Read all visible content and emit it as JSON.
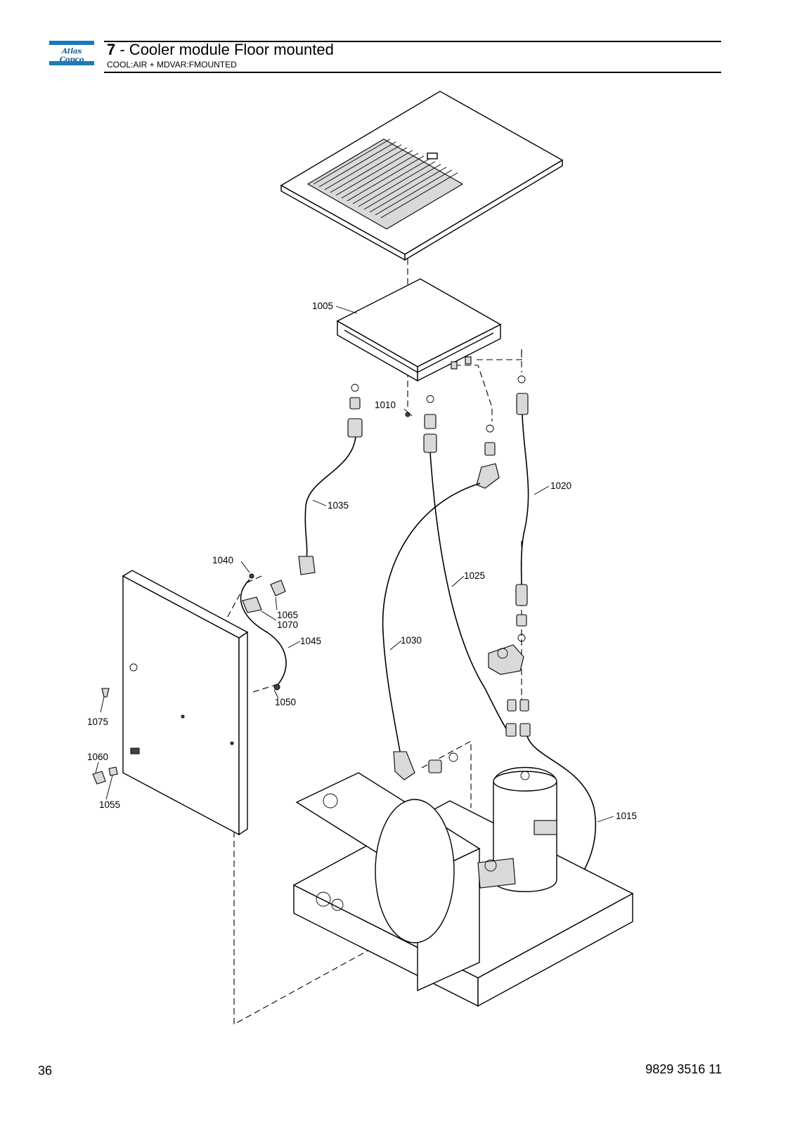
{
  "header": {
    "logo_text": "Atlas Copco",
    "chapter_number": "7",
    "title": " - Cooler module Floor mounted",
    "subtitle": "COOL:AIR + MDVAR:FMOUNTED"
  },
  "callouts": [
    {
      "id": "1005",
      "label": "1005"
    },
    {
      "id": "1010",
      "label": "1010"
    },
    {
      "id": "1015",
      "label": "1015"
    },
    {
      "id": "1020",
      "label": "1020"
    },
    {
      "id": "1025",
      "label": "1025"
    },
    {
      "id": "1030",
      "label": "1030"
    },
    {
      "id": "1035",
      "label": "1035"
    },
    {
      "id": "1040",
      "label": "1040"
    },
    {
      "id": "1045",
      "label": "1045"
    },
    {
      "id": "1050",
      "label": "1050"
    },
    {
      "id": "1055",
      "label": "1055"
    },
    {
      "id": "1060",
      "label": "1060"
    },
    {
      "id": "1065",
      "label": "1065"
    },
    {
      "id": "1070",
      "label": "1070"
    },
    {
      "id": "1075",
      "label": "1075"
    }
  ],
  "footer": {
    "page_number": "36",
    "document_number": "9829 3516 11"
  }
}
